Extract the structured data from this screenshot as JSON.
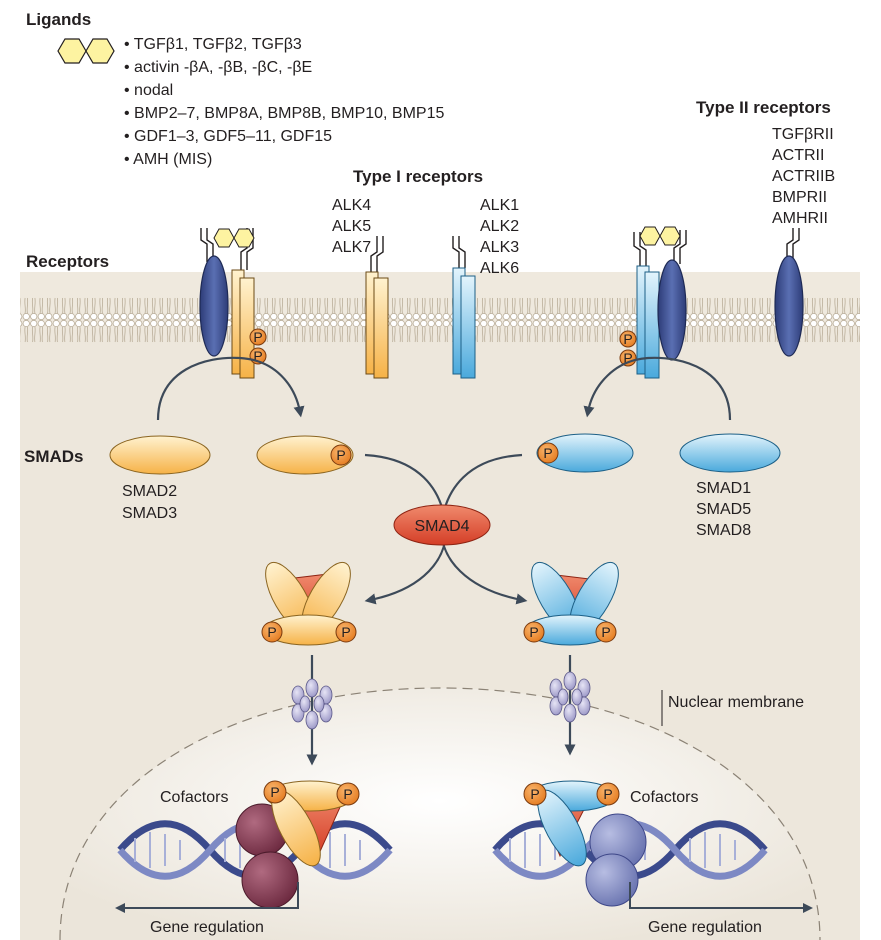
{
  "ligands": {
    "title": "Ligands",
    "items": [
      "• TGFβ1, TGFβ2, TGFβ3",
      "• activin -βA, -βB, -βC, -βE",
      "• nodal",
      "• BMP2–7, BMP8A, BMP8B, BMP10, BMP15",
      "• GDF1–3, GDF5–11, GDF15",
      "• AMH (MIS)"
    ]
  },
  "type2": {
    "title": "Type II receptors",
    "items": [
      "TGFβRII",
      "ACTRII",
      "ACTRIIB",
      "BMPRII",
      "AMHRII"
    ]
  },
  "type1": {
    "title": "Type I receptors",
    "left": [
      "ALK4",
      "ALK5",
      "ALK7"
    ],
    "right": [
      "ALK1",
      "ALK2",
      "ALK3",
      "ALK6"
    ]
  },
  "row_labels": {
    "receptors": "Receptors",
    "smads": "SMADs"
  },
  "smads": {
    "left": [
      "SMAD2",
      "SMAD3"
    ],
    "right": [
      "SMAD1",
      "SMAD5",
      "SMAD8"
    ],
    "center": "SMAD4"
  },
  "phospho": "P",
  "nuclear_membrane": "Nuclear membrane",
  "cofactors": {
    "left": "Cofactors",
    "right": "Cofactors"
  },
  "gene_regulation": {
    "left": "Gene regulation",
    "right": "Gene regulation"
  },
  "colors": {
    "orange": "#f7b84e",
    "orange_light": "#fde3a8",
    "blue": "#5bb7e6",
    "blue_light": "#c9e9f8",
    "red": "#e0553b",
    "navy": "#3a4d8f",
    "cytoplasm": "#ede7dc",
    "nucleus": "#f6f3ee",
    "maroon": "#8a3d55",
    "periwinkle": "#8c95c9"
  }
}
